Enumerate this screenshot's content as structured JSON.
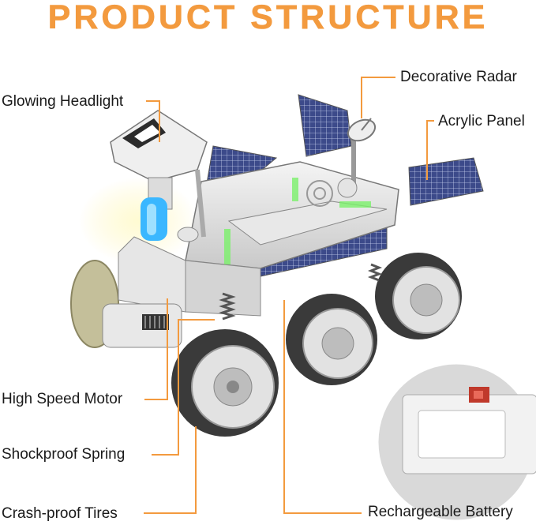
{
  "title": "PRODUCT STRUCTURE",
  "accent_color": "#f39a3e",
  "callouts": {
    "headlight": "Glowing Headlight",
    "radar": "Decorative Radar",
    "panel": "Acrylic Panel",
    "motor": "High Speed Motor",
    "spring": "Shockproof Spring",
    "tires": "Crash-proof Tires",
    "battery": "Rechargeable Battery"
  }
}
